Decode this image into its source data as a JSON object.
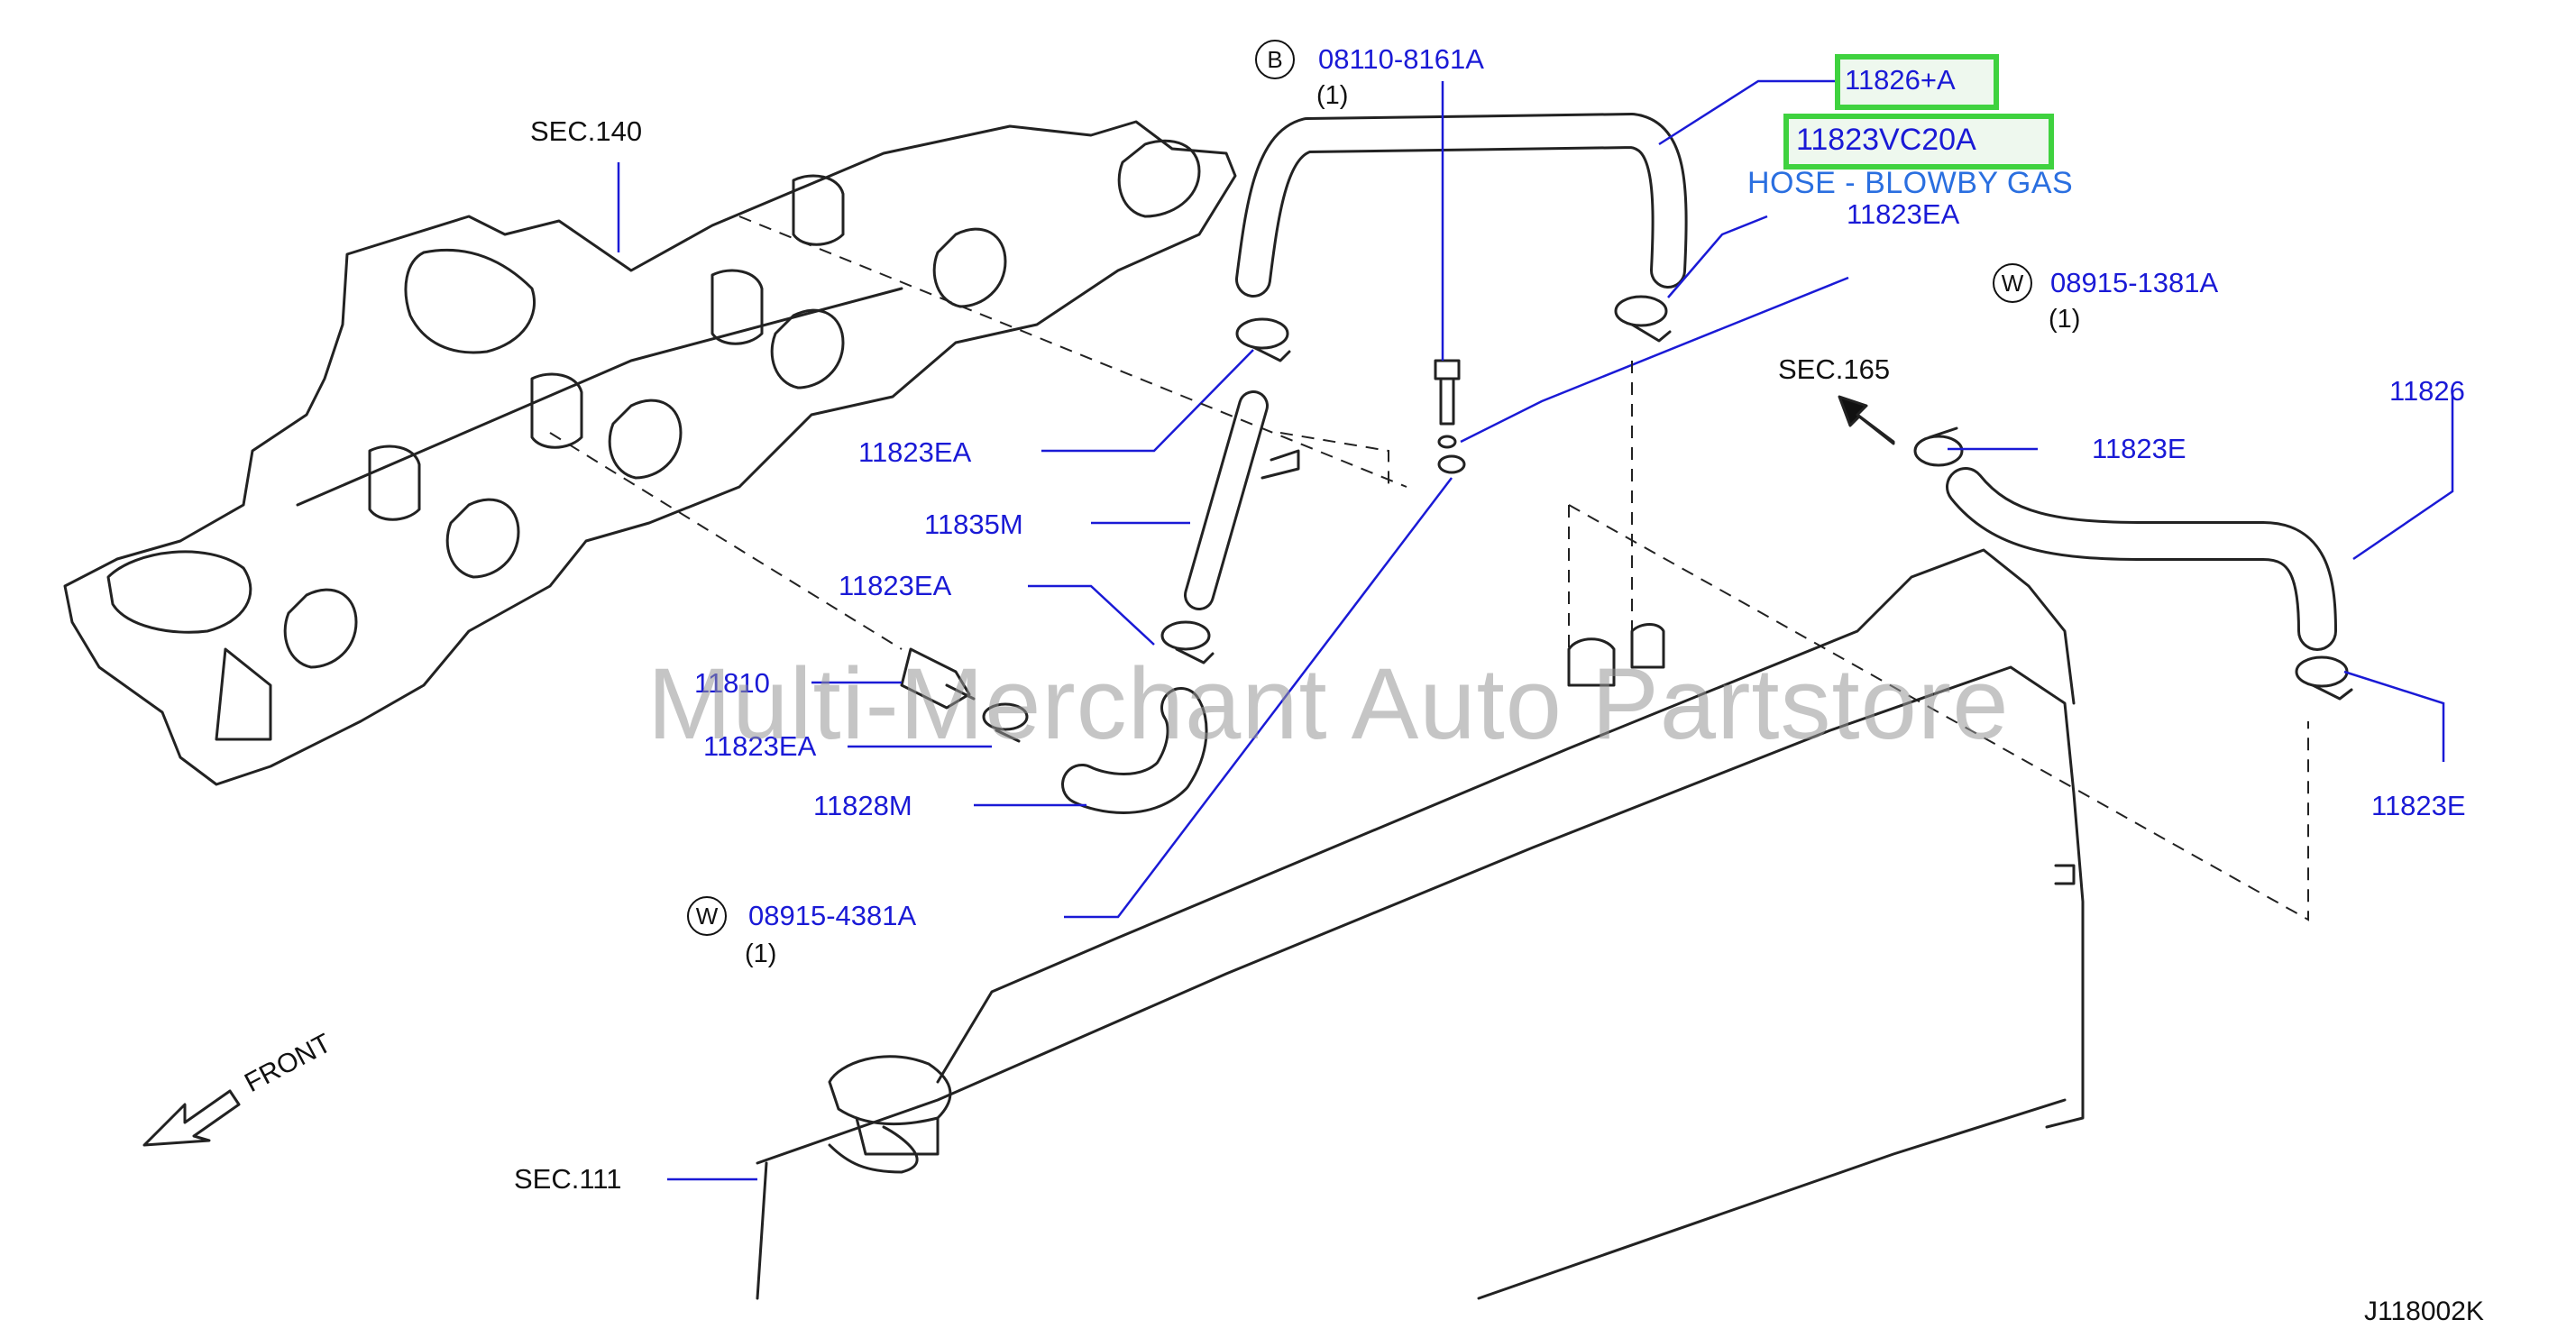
{
  "labels": {
    "sec140": "SEC.140",
    "sec165": "SEC.165",
    "sec111": "SEC.111",
    "p_08110": "08110-8161A",
    "p_11826a": "11826+A",
    "p_11823vc20a": "11823VC20A",
    "hose_name": "HOSE - BLOWBY GAS",
    "p_11823ea_top": "11823EA",
    "p_08915_1381": "08915-1381A",
    "p_11826": "11826",
    "p_11823e_1": "11823E",
    "p_11823ea_1": "11823EA",
    "p_11835m": "11835M",
    "p_11823ea_2": "11823EA",
    "p_11810": "11810",
    "p_11823ea_3": "11823EA",
    "p_11828m": "11828M",
    "p_08915_4381": "08915-4381A",
    "p_11823e_2": "11823E",
    "front": "FRONT",
    "diagram_id": "J118002K"
  },
  "qty": {
    "q1": "(1)",
    "q2": "(1)",
    "q3": "(1)"
  },
  "circles": {
    "b": "B",
    "w1": "W",
    "w2": "W"
  },
  "watermark": "Multi-Merchant Auto Partstore",
  "colors": {
    "label_blue": "#1a1ad6",
    "highlight_green": "#3fd23f",
    "hose_name_blue": "#2a6fe0"
  }
}
